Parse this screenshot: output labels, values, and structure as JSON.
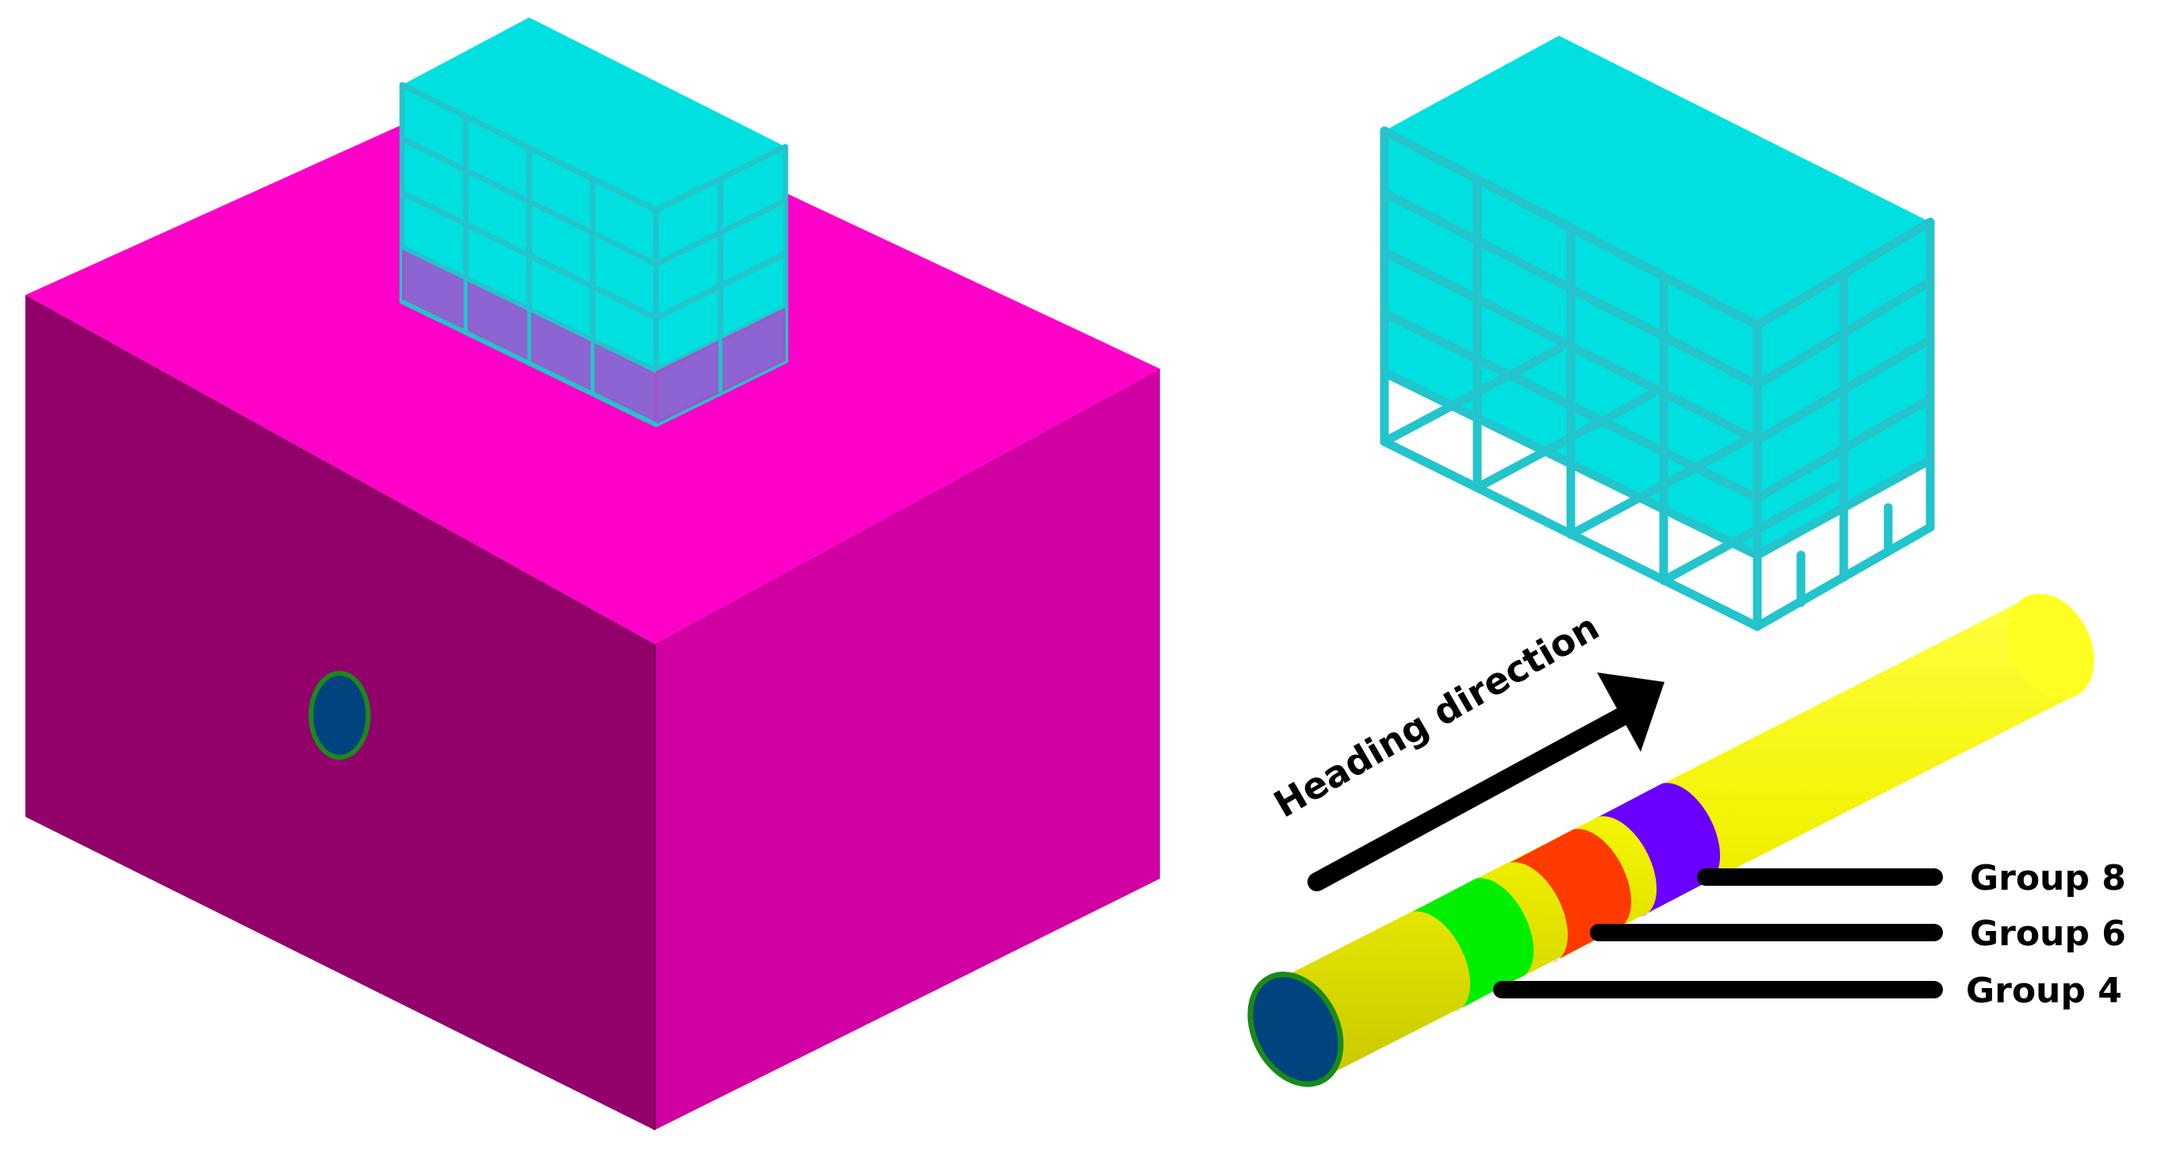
{
  "diagram": {
    "heading_label": "Heading direction",
    "groups": [
      {
        "label": "Group 8",
        "color": "#6a00ff"
      },
      {
        "label": "Group 6",
        "color": "#ff3a00"
      },
      {
        "label": "Group 4",
        "color": "#00ee00"
      }
    ]
  },
  "colors": {
    "soil_top": "#ff00c8",
    "soil_left": "#92006a",
    "soil_right": "#d000a3",
    "building": "#00e0e0",
    "building_frame": "#23c4cc",
    "tunnel": "#ffff00",
    "tunnel_face": "#00447f",
    "tunnel_rim": "#1a8a1a",
    "arrow": "#000000"
  }
}
